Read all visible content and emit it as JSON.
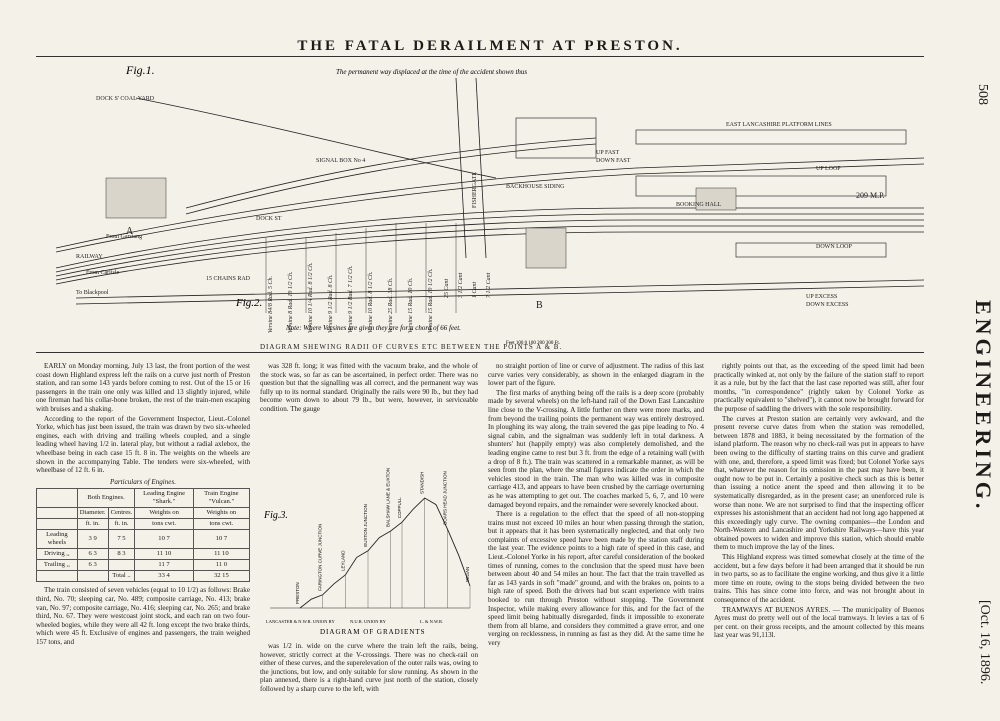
{
  "header": {
    "title": "THE FATAL DERAILMENT AT PRESTON.",
    "page_number": "508",
    "magazine": "ENGINEERING.",
    "date": "[Oct. 16, 1896."
  },
  "figure": {
    "fig1_label": "Fig.1.",
    "fig2_label": "Fig.2.",
    "fig3_label": "Fig.3.",
    "permanent_way_note": "The permanent way displaced at the time of the accident shown thus",
    "note": "Note: Where Versines are given they are for a chord of 66 feet.",
    "caption": "DIAGRAM SHEWING RADII OF CURVES ETC BETWEEN THE POINTS A & B.",
    "labels": [
      "DOCK S' COAL YARD",
      "EAST LANCASHIRE PLATFORM LINES",
      "BOOKING HALL",
      "SIGNAL BOX No 4",
      "FISHERGATE",
      "UP LOOP",
      "DOWN LOOP",
      "UP EXCESS",
      "DOWN EXCESS",
      "UP FAST",
      "DOWN FAST",
      "BACKHOUSE SIDING",
      "DOCK ST",
      "15 CHAINS RAD",
      "RAILWAY",
      "From Garstang",
      "From Carlisle",
      "To Blackpool",
      "209 M.P.",
      "A",
      "B"
    ],
    "radii": [
      "Versine 84/8 Rad. 5 Ch.",
      "Versine 8 Rad. 10 1/2 Ch.",
      "Versine 10 1/4 Rad. 8 1/2 Ch.",
      "Versine 9 1/2 Rad. 8 Ch.",
      "Versine 9 1/2 Rad. 7 1/2 Ch.",
      "Versine 10 Rad. 8 1/2 Ch.",
      "Versine 25 Rad. 38 Ch.",
      "Versine 15 Rad. 10 Ch.",
      "Versine 15 Rad. 10 1/2 Ch.",
      "25 Cant",
      "3 1/2 Cant",
      "1 Cant",
      "7 1/2 Cant"
    ],
    "scale": "Feet 100 0 100 200 300 Ft."
  },
  "gradient": {
    "caption": "DIAGRAM OF GRADIENTS",
    "stations": [
      "PRESTON",
      "FARINGTON CURVE JUNCTION",
      "LEYLAND",
      "EUXTON JUNCTION",
      "BALSHAW LANE & EUXTON",
      "COPPULL",
      "STANDISH",
      "BOARS HEAD JUNCTION",
      "WIGAN"
    ],
    "bottom_labels": [
      "LANCASTER & N.W.R. UNION BY",
      "N.U.R. UNION BY",
      "L. & N.W.R."
    ],
    "profile": [
      0,
      8,
      12,
      22,
      30,
      46,
      52,
      64,
      70,
      78,
      90,
      100,
      94,
      72,
      48,
      20
    ]
  },
  "engines_table": {
    "title": "Particulars of Engines.",
    "headers": [
      "",
      "Both Engines.",
      "Leading Engine \"Shark.\"",
      "Train Engine \"Vulcan.\""
    ],
    "subheaders": [
      "Diameter.",
      "Centres.",
      "Weights on",
      "Weights on"
    ],
    "units": [
      "ft. in.",
      "ft. in.",
      "tons cwt.",
      "tons cwt."
    ],
    "rows": [
      {
        "label": "Leading wheels",
        "diameter": "3 9",
        "centres": "7 5",
        "lead": "10 7",
        "train": "10 7"
      },
      {
        "label": "Driving ,,",
        "diameter": "6 3",
        "centres": "8 3",
        "lead": "11 10",
        "train": "11 10"
      },
      {
        "label": "Trailing ,,",
        "diameter": "6 3",
        "centres": "",
        "lead": "11 7",
        "train": "11 0"
      }
    ],
    "total_label": "Total ..",
    "total_lead": "33 4",
    "total_train": "32 15"
  },
  "col1": [
    "EARLY on Monday morning, July 13 last, the front portion of the west coast down Highland express left the rails on a curve just north of Preston station, and ran some 143 yards before coming to rest. Out of the 15 or 16 passengers in the train one only was killed and 13 slightly injured, while one fireman had his collar-bone broken, the rest of the train-men escaping with bruises and a shaking.",
    "According to the report of the Government Inspector, Lieut.-Colonel Yorke, which has just been issued, the train was drawn by two six-wheeled engines, each with driving and trailing wheels coupled, and a single leading wheel having 1/2 in. lateral play, but without a radial axlebox, the wheelbase being in each case 15 ft. 8 in. The weights on the wheels are shown in the accompanying Table. The tenders were six-wheeled, with wheelbase of 12 ft. 6 in.",
    "The train consisted of seven vehicles (equal to 10 1/2) as follows: Brake third, No. 70; sleeping car, No. 489; composite carriage, No. 413; brake van, No. 97; composite carriage, No. 416; sleeping car, No. 265; and brake third, No. 67. They were westcoast joint stock, and each ran on two four-wheeled bogies, while they were all 42 ft. long except the two brake thirds, which were 45 ft. Exclusive of engines and passengers, the train weighed 157 tons, and"
  ],
  "col2": [
    "was 328 ft. long; it was fitted with the vacuum brake, and the whole of the stock was, so far as can be ascertained, in perfect order. There was no question but that the signalling was all correct, and the permanent way was fully up to its normal standard. Originally the rails were 90 lb., but they had become worn down to about 79 lb., but were, however, in serviceable condition. The gauge",
    "was 1/2 in. wide on the curve where the train left the rails, being, however, strictly correct at the V-crossings. There was no check-rail on either of these curves, and the superelevation of the outer rails was, owing to the junctions, but low, and only suitable for slow running. As shown in the plan annexed, there is a right-hand curve just north of the station, closely followed by a sharp curve to the left, with"
  ],
  "col3": [
    "no straight portion of line or curve of adjustment. The radius of this last curve varies very considerably, as shown in the enlarged diagram in the lower part of the figure.",
    "The first marks of anything being off the rails is a deep score (probably made by several wheels) on the left-hand rail of the Down East Lancashire line close to the V-crossing. A little further on there were more marks, and from beyond the trailing points the permanent way was entirely destroyed. In ploughing its way along, the train severed the gas pipe leading to No. 4 signal cabin, and the signalman was suddenly left in total darkness. A shunters' hut (happily empty) was also completely demolished, and the leading engine came to rest but 3 ft. from the edge of a retaining wall (with a drop of 8 ft.). The train was scattered in a remarkable manner, as will be seen from the plan, where the small figures indicate the order in which the vehicles stood in the train. The man who was killed was in composite carriage 413, and appears to have been crushed by the carriage overturning as he was attempting to get out. The coaches marked 5, 6, 7, and 10 were damaged beyond repairs, and the remainder were severely knocked about.",
    "There is a regulation to the effect that the speed of all non-stopping trains must not exceed 10 miles an hour when passing through the station, but it appears that it has been systematically neglected, and that only two complaints of excessive speed have been made by the station staff during the last year. The evidence points to a high rate of speed in this case, and Lieut.-Colonel Yorke in his report, after careful consideration of the booked times of running, comes to the conclusion that the speed must have been between about 40 and 54 miles an hour. The fact that the train travelled as far as 143 yards in soft \"made\" ground, and with the brakes on, points to a high rate of speed. Both the drivers had but scant experience with trains booked to run through Preston without stopping. The Government Inspector, while making every allowance for this, and for the fact of the speed limit being habitually disregarded, finds it impossible to exonerate them from all blame, and considers they committed a grave error, and one verging on recklessness, in running as fast as they did. At the same time he very"
  ],
  "col4": [
    "rightly points out that, as the exceeding of the speed limit had been practically winked at, not only by the failure of the station staff to report it as a rule, but by the fact that the last case reported was still, after four months, \"in correspondence\" (rightly taken by Colonel Yorke as practically equivalent to \"shelved\"), it cannot now be brought forward for the purpose of saddling the drivers with the sole responsibility.",
    "The curves at Preston station are certainly very awkward, and the present reverse curve dates from when the station was remodelled, between 1878 and 1883, it being necessitated by the formation of the island platform. The reason why no check-rail was put in appears to have been owing to the difficulty of starting trains on this curve and gradient with one, and, therefore, a speed limit was fixed; but Colonel Yorke says that, whatever the reason for its omission in the past may have been, it ought now to be put in. Certainly a positive check such as this is better than issuing a notice anent the speed and then allowing it to be systematically disregarded, as in the present case; an unenforced rule is worse than none. We are not surprised to find that the inspecting officer expresses his astonishment that an accident had not long ago happened at this exceedingly ugly curve. The owning companies—the London and North-Western and Lancashire and Yorkshire Railways—have this year obtained powers to widen and improve this station, which should enable them to much improve the lay of the lines.",
    "This Highland express was timed somewhat closely at the time of the accident, but a few days before it had been arranged that it should be run in two parts, so as to facilitate the engine working, and thus give it a little more time en route, owing to the stops being divided between the two trains. This has since come into force, and was not brought about in consequence of the accident."
  ],
  "tramways": {
    "heading": "TRAMWAYS AT BUENOS AYRES.",
    "body": "— The municipality of Buenos Ayres must do pretty well out of the local tramways. It levies a tax of 6 per cent. on their gross receipts, and the amount collected by this means last year was 91,113l."
  }
}
